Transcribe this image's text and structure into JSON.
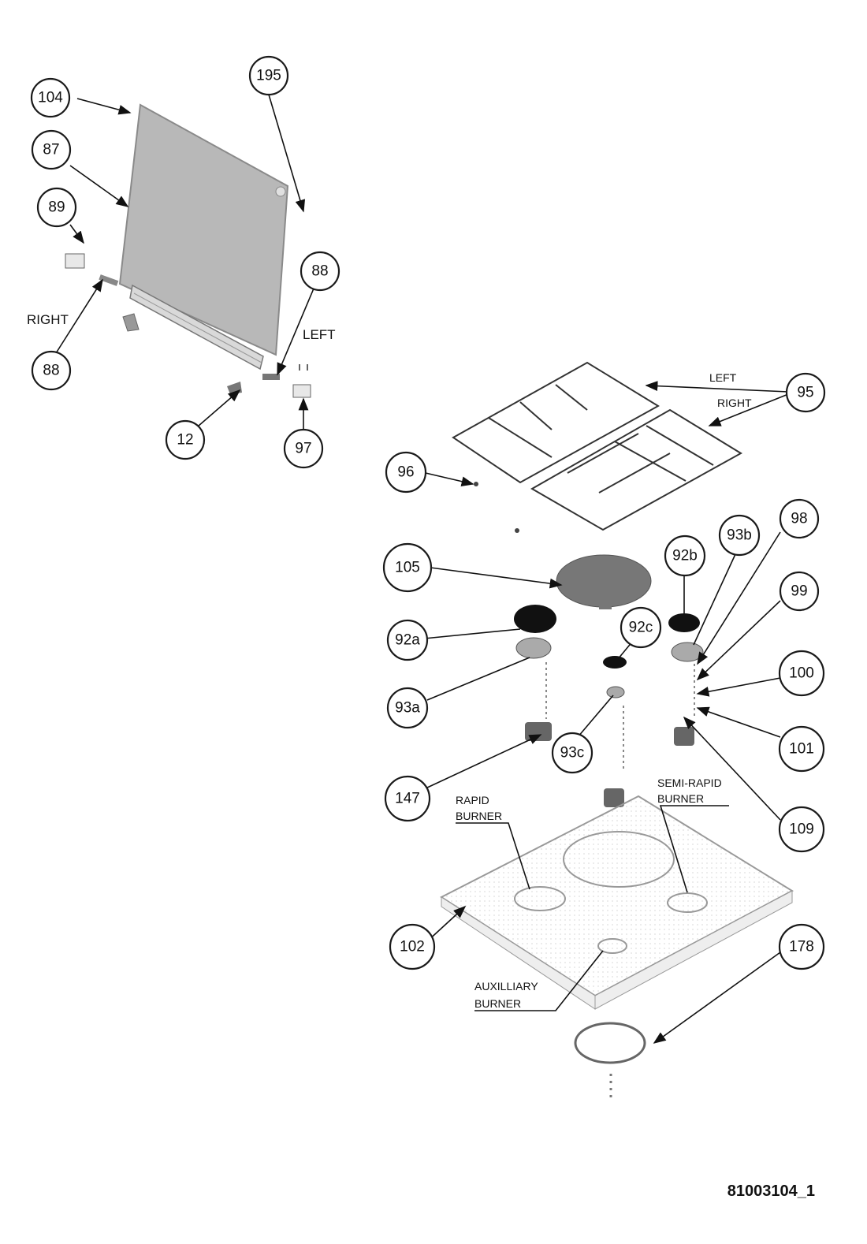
{
  "document_id": "81003104_1",
  "side_labels": {
    "right": "RIGHT",
    "left": "LEFT"
  },
  "grate_labels": {
    "left": "LEFT",
    "right": "RIGHT"
  },
  "burner_labels": {
    "rapid_1": "RAPID",
    "rapid_2": "BURNER",
    "semi_1": "SEMI-RAPID",
    "semi_2": "BURNER",
    "aux_1": "AUXILLIARY",
    "aux_2": "BURNER"
  },
  "callouts": {
    "c104": "104",
    "c195": "195",
    "c87": "87",
    "c89": "89",
    "c88_right": "88",
    "c88_left": "88",
    "c12": "12",
    "c97": "97",
    "c95": "95",
    "c96": "96",
    "c105": "105",
    "c92a": "92a",
    "c92b": "92b",
    "c92c": "92c",
    "c93a": "93a",
    "c93b": "93b",
    "c93c": "93c",
    "c98": "98",
    "c99": "99",
    "c100": "100",
    "c101": "101",
    "c147": "147",
    "c109": "109",
    "c102": "102",
    "c178": "178"
  }
}
